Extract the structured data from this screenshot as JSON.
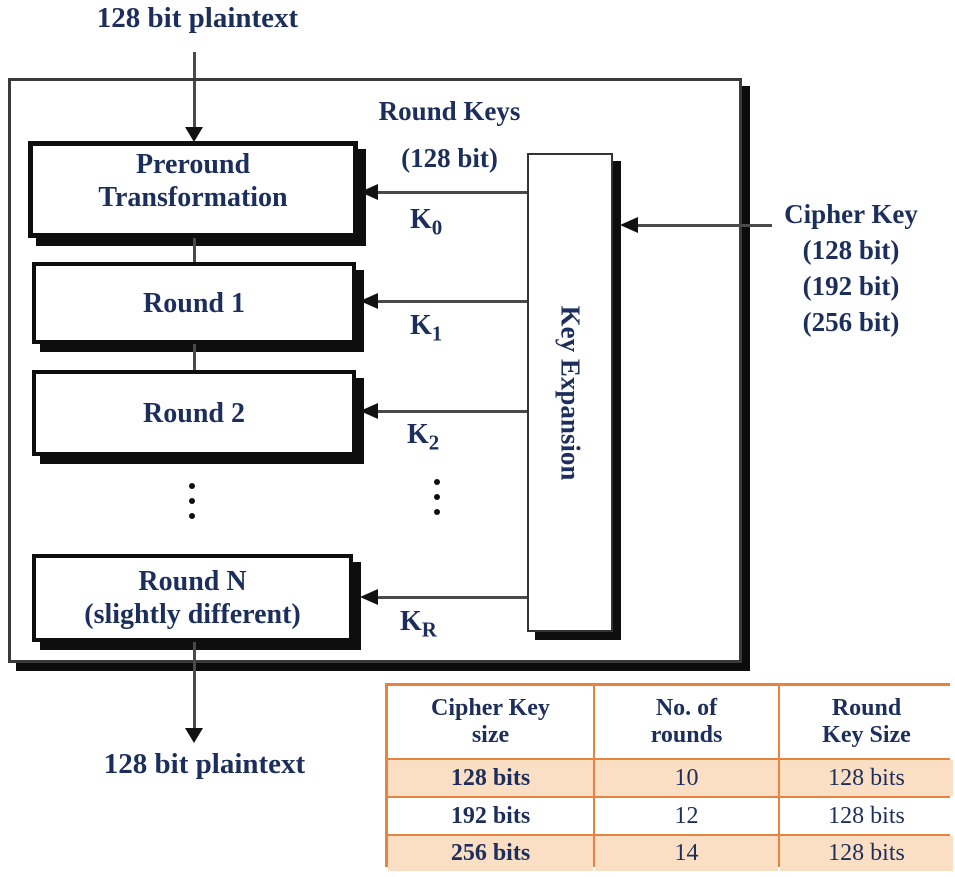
{
  "flow": {
    "input_label": "128 bit plaintext",
    "output_label": "128 bit plaintext",
    "preround_line1": "Preround",
    "preround_line2": "Transformation",
    "round1_label": "Round 1",
    "round2_label": "Round 2",
    "roundN_line1": "Round N",
    "roundN_line2": "(slightly different)"
  },
  "keys": {
    "round_keys_title": "Round Keys",
    "round_keys_size": "(128 bit)",
    "key_expansion_label": "Key Expansion",
    "k_labels": [
      {
        "base": "K",
        "sub": "0"
      },
      {
        "base": "K",
        "sub": "1"
      },
      {
        "base": "K",
        "sub": "2"
      },
      {
        "base": "K",
        "sub": "R"
      }
    ]
  },
  "cipher_key": {
    "title": "Cipher Key",
    "sizes": [
      "(128 bit)",
      "(192 bit)",
      "(256 bit)"
    ]
  },
  "table": {
    "headers": [
      {
        "line1": "Cipher Key",
        "line2": "size"
      },
      {
        "line1": "No. of",
        "line2": "rounds"
      },
      {
        "line1": "Round",
        "line2": "Key Size"
      }
    ],
    "rows": [
      {
        "key_size": "128 bits",
        "rounds": "10",
        "round_key": "128 bits"
      },
      {
        "key_size": "192 bits",
        "rounds": "12",
        "round_key": "128 bits"
      },
      {
        "key_size": "256 bits",
        "rounds": "14",
        "round_key": "128 bits"
      }
    ]
  },
  "colors": {
    "text_navy": "#1c2e5c",
    "table_border_orange": "#e8833f",
    "table_row_peach": "#fbdfc5",
    "line_gray": "#4a4a4a",
    "box_black": "#0e0e0e"
  }
}
